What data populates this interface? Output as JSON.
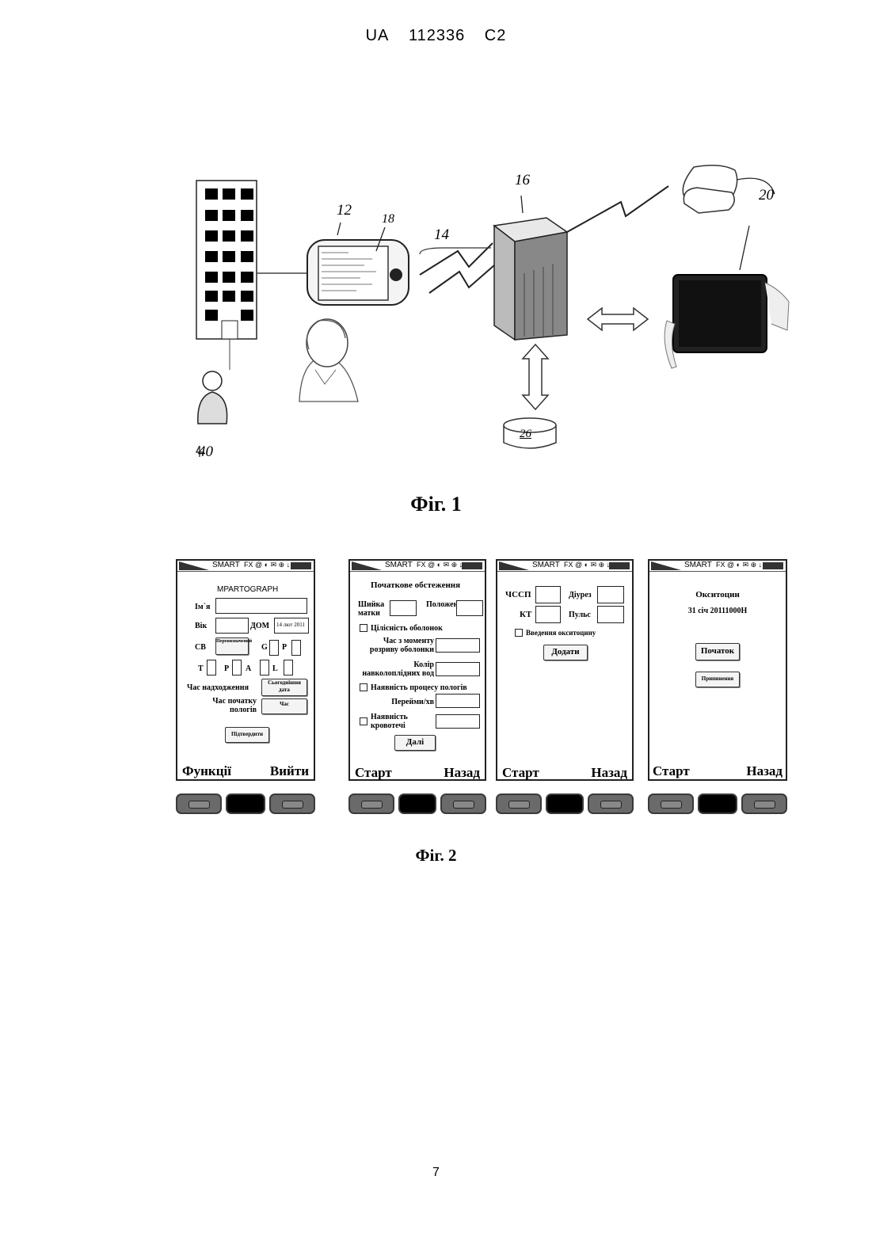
{
  "header": {
    "country": "UA",
    "number": "112336",
    "kind": "C2"
  },
  "fig1": {
    "labels": {
      "phone": "12",
      "screen": "18",
      "link": "14",
      "server": "16",
      "tablet": "20",
      "db": "26",
      "patient": "40"
    },
    "caption": "Фіг. 1"
  },
  "fig2": {
    "caption": "Фіг. 2",
    "brand": "SMART",
    "status_icons": "FX @ ◐ ✉ ⊕ ↓",
    "screen1": {
      "title": "MPARTOGRAPH",
      "name_label": "Ім`я",
      "age_label": "Вік",
      "dom_label": "ДОМ",
      "dom_value": "14 лют 2011",
      "cb_label": "СВ",
      "cb_button": "Перевизначений",
      "g_label": "G",
      "p_label": "P",
      "t_label": "T",
      "p2_label": "P",
      "a_label": "A",
      "l_label": "L",
      "arrival_label": "Час надходження",
      "arrival_button": "Сьогоднішня дата",
      "labour_label": "Час початку пологів",
      "labour_button": "Час",
      "confirm": "Підтвердити",
      "left_soft": "Функції",
      "right_soft": "Вийти"
    },
    "screen2": {
      "title": "Початкове обстеження",
      "cervix": "Шийка матки",
      "position": "Положення",
      "membranes": "Цілісність оболонок",
      "rupture_time": "Час з моменту розриву оболонки",
      "fluid_color": "Колір навколоплідних вод",
      "labour_process": "Наявність процесу пологів",
      "contractions": "Перейми/хв",
      "bleeding": "Наявність кровотечі",
      "next": "Далі",
      "left_soft": "Старт",
      "right_soft": "Назад"
    },
    "screen3": {
      "fhr": "ЧССП",
      "diuresis": "Діурез",
      "bp": "КТ",
      "pulse": "Пульс",
      "oxytocin": "Введення окситоцину",
      "add": "Додати",
      "left_soft": "Старт",
      "right_soft": "Назад"
    },
    "screen4": {
      "title": "Окситоцин",
      "subtitle": "31 січ 20111000Н",
      "start": "Початок",
      "stop": "Припинення",
      "left_soft": "Старт",
      "right_soft": "Назад"
    }
  },
  "page_number": "7"
}
